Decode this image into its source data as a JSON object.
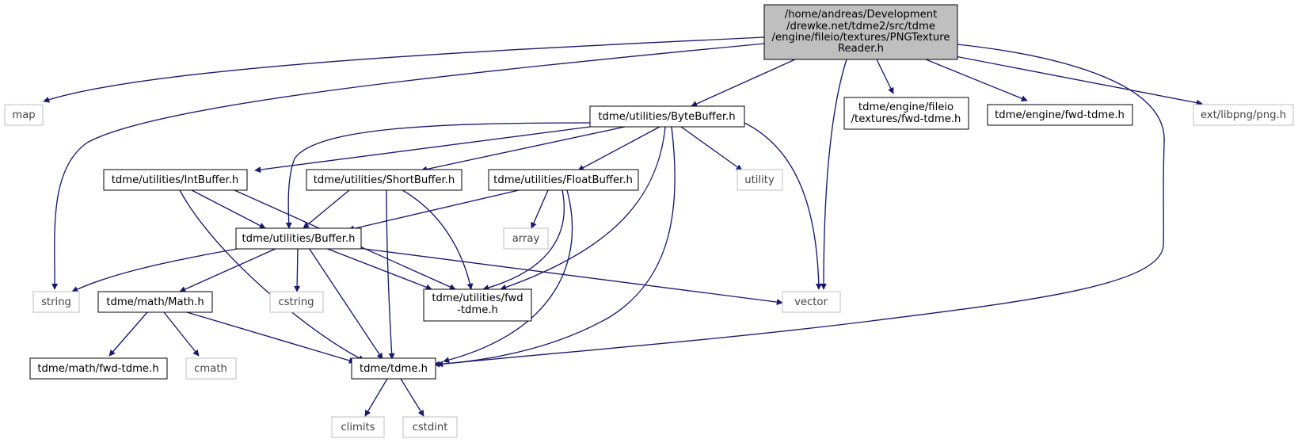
{
  "colors": {
    "edge": "#191970",
    "root_fill": "#bfbfbf",
    "root_border": "#000000",
    "doc_border": "#000000",
    "system_border": "#bfbfbf",
    "background": "#ffffff"
  },
  "nodes": {
    "root": {
      "lines": [
        "/home/andreas/Development",
        "/drewke.net/tdme2/src/tdme",
        "/engine/fileio/textures/PNGTexture",
        "Reader.h"
      ]
    },
    "map": {
      "lines": [
        "map"
      ]
    },
    "string": {
      "lines": [
        "string"
      ]
    },
    "bytebuffer": {
      "lines": [
        "tdme/utilities/ByteBuffer.h"
      ]
    },
    "vector": {
      "lines": [
        "vector"
      ]
    },
    "textures_fwd": {
      "lines": [
        "tdme/engine/fileio",
        "/textures/fwd-tdme.h"
      ]
    },
    "engine_fwd": {
      "lines": [
        "tdme/engine/fwd-tdme.h"
      ]
    },
    "tdme_h": {
      "lines": [
        "tdme/tdme.h"
      ]
    },
    "png": {
      "lines": [
        "ext/libpng/png.h"
      ]
    },
    "buffer": {
      "lines": [
        "tdme/utilities/Buffer.h"
      ]
    },
    "floatbuffer": {
      "lines": [
        "tdme/utilities/FloatBuffer.h"
      ]
    },
    "intbuffer": {
      "lines": [
        "tdme/utilities/IntBuffer.h"
      ]
    },
    "shortbuffer": {
      "lines": [
        "tdme/utilities/ShortBuffer.h"
      ]
    },
    "utilities_fwd": {
      "lines": [
        "tdme/utilities/fwd",
        "-tdme.h"
      ]
    },
    "utility": {
      "lines": [
        "utility"
      ]
    },
    "math_h": {
      "lines": [
        "tdme/math/Math.h"
      ]
    },
    "cstring": {
      "lines": [
        "cstring"
      ]
    },
    "array": {
      "lines": [
        "array"
      ]
    },
    "math_fwd": {
      "lines": [
        "tdme/math/fwd-tdme.h"
      ]
    },
    "cmath": {
      "lines": [
        "cmath"
      ]
    },
    "climits": {
      "lines": [
        "climits"
      ]
    },
    "cstdint": {
      "lines": [
        "cstdint"
      ]
    }
  }
}
